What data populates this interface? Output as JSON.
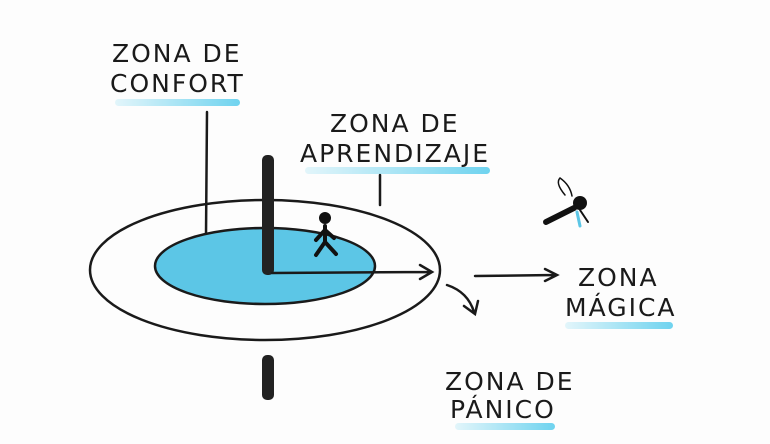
{
  "labels": {
    "comfort": {
      "line1": "ZONA DE",
      "line2": "CONFORT"
    },
    "learning": {
      "line1": "ZONA DE",
      "line2": "APRENDIZAJE"
    },
    "magic": {
      "line1": "ZONA",
      "line2": "MÁGICA"
    },
    "panic": {
      "line1": "ZONA DE",
      "line2": "PÁNICO"
    }
  },
  "colors": {
    "accent": "#6fd3ef",
    "fill": "#5cc6e6",
    "ink": "#1a1a1a"
  }
}
